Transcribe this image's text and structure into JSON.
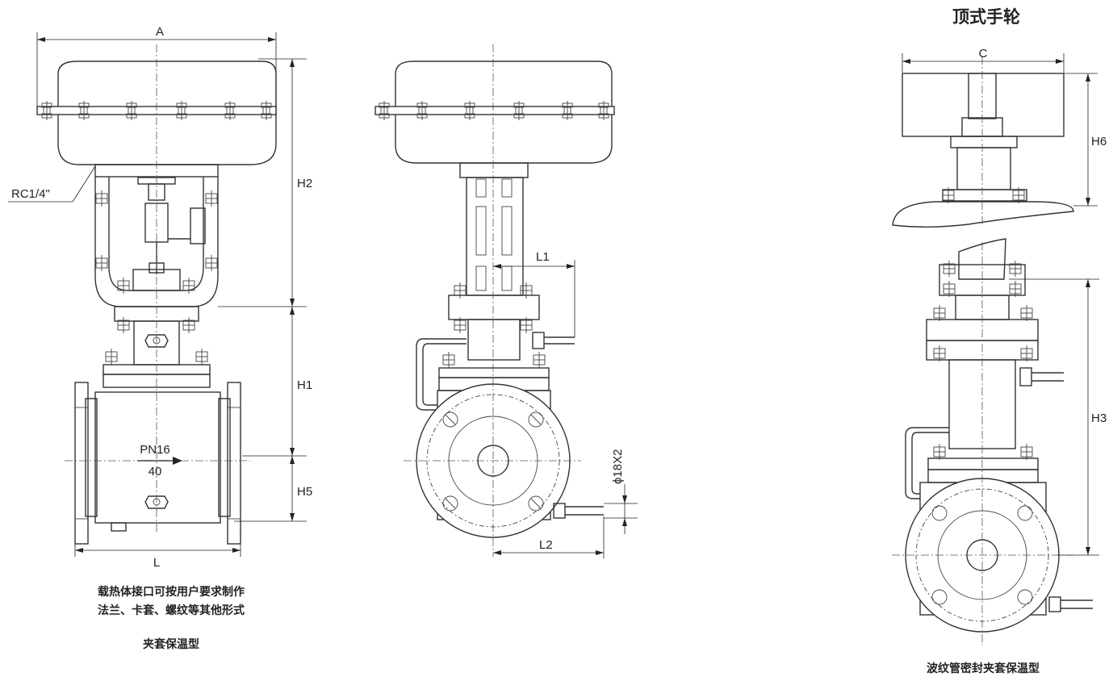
{
  "title_top_handwheel": "顶式手轮",
  "dimensions": {
    "A": "A",
    "H2": "H2",
    "H1": "H1",
    "H5": "H5",
    "L": "L",
    "L1": "L1",
    "L2": "L2",
    "C": "C",
    "H6": "H6",
    "H3": "H3",
    "bolt_holes": "ϕ18X2",
    "port": "RC1/4\""
  },
  "body_marks": {
    "pressure": "PN16",
    "size": "40"
  },
  "captions": {
    "note_line1": "载热体接口可按用户要求制作",
    "note_line2": "法兰、卡套、螺纹等其他形式",
    "left_caption": "夹套保温型",
    "right_caption": "波纹管密封夹套保温型"
  }
}
